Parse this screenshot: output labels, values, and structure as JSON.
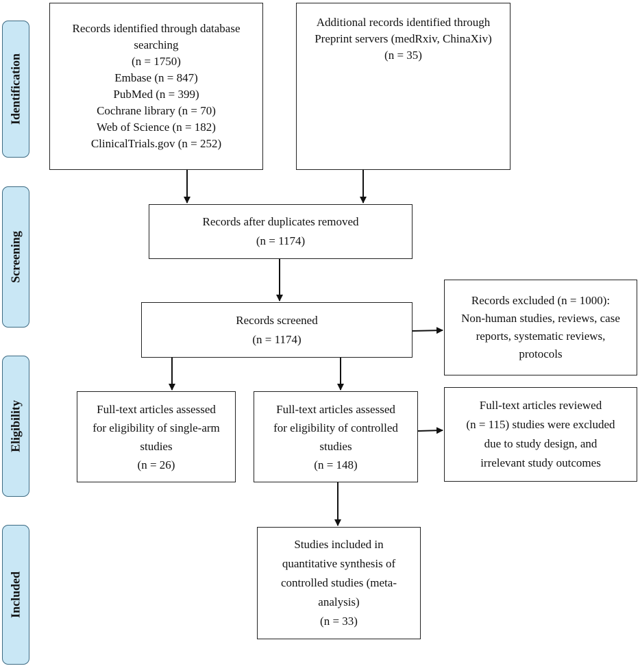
{
  "stages": [
    {
      "id": "identification",
      "label": "Identification"
    },
    {
      "id": "screening",
      "label": "Screening"
    },
    {
      "id": "eligibility",
      "label": "Eligibility"
    },
    {
      "id": "included",
      "label": "Included"
    }
  ],
  "boxes": {
    "database": {
      "lines": [
        "Records identified through database",
        "searching",
        "(n = 1750)",
        "Embase (n = 847)",
        "PubMed (n = 399)",
        "Cochrane library (n = 70)",
        "Web of Science (n = 182)",
        "ClinicalTrials.gov (n = 252)"
      ]
    },
    "preprint": {
      "lines": [
        "Additional records identified through",
        "Preprint servers (medRxiv, ChinaXiv)",
        "(n = 35)"
      ]
    },
    "duplicates_removed": {
      "lines": [
        "Records after duplicates removed",
        "(n = 1174)"
      ]
    },
    "screened": {
      "lines": [
        "Records screened",
        "(n = 1174)"
      ]
    },
    "excluded": {
      "lines": [
        "Records excluded (n = 1000):",
        "Non-human studies, reviews, case",
        "reports, systematic reviews,",
        "protocols"
      ]
    },
    "single_arm": {
      "lines": [
        "Full-text articles assessed",
        "for eligibility of single-arm",
        "studies",
        "(n = 26)"
      ]
    },
    "controlled": {
      "lines": [
        "Full-text articles assessed",
        "for eligibility of controlled",
        "studies",
        "(n = 148)"
      ]
    },
    "fulltext_excluded": {
      "lines": [
        "Full-text articles reviewed",
        "(n = 115) studies were excluded",
        "due to study design, and",
        "irrelevant study outcomes"
      ]
    },
    "included": {
      "lines": [
        "Studies included in",
        "quantitative synthesis of",
        "controlled studies (meta-",
        "analysis)",
        "(n = 33)"
      ]
    }
  },
  "colors": {
    "stage_fill": "#c9e7f5",
    "stage_border": "#3c6a82",
    "box_border": "#222222",
    "arrow": "#111111"
  }
}
